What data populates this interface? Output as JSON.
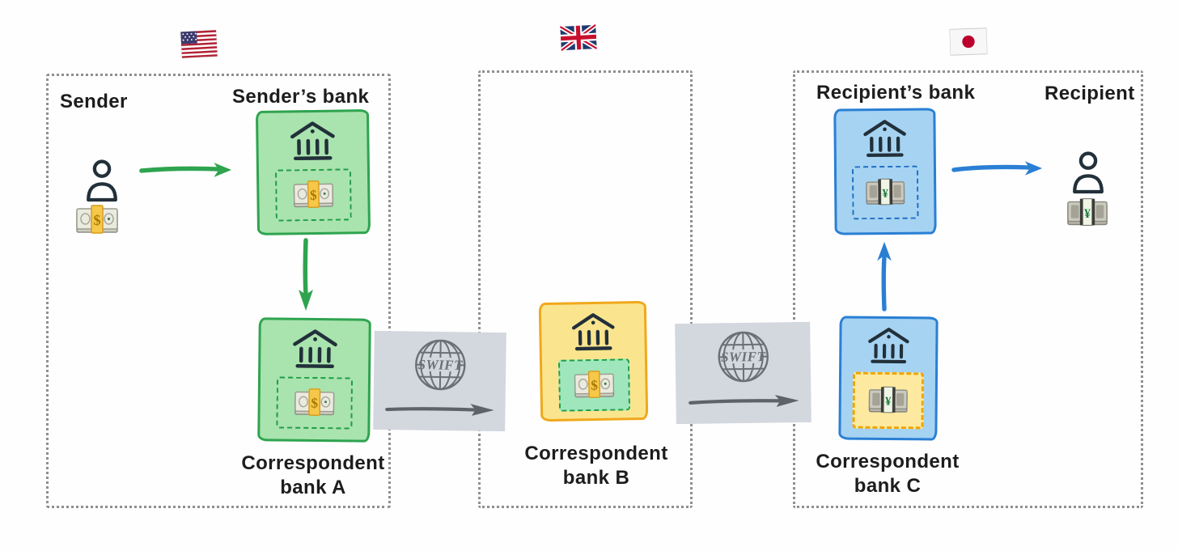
{
  "colors": {
    "ink": "#22303a",
    "text": "#1d1d1d",
    "region_border": "#8f8f8f",
    "green_border": "#2ea44f",
    "green_fill": "#a9e3ae",
    "green_dash": "#1f9c46",
    "yellow_border": "#f0a81c",
    "yellow_fill": "#fae58e",
    "inner_green_fill": "#9fe6bd",
    "blue_border": "#2a7fd4",
    "blue_fill": "#a6d3f2",
    "blue_dash": "#1f6fc4",
    "orange_dash": "#f0a500",
    "inner_yellow_fill": "#fdeaa0",
    "swift_bg": "#d3d7de",
    "swift_ink": "#6b6f76",
    "arrow_gray": "#5f6368"
  },
  "regions": [
    {
      "flag_icon": "us-flag-icon",
      "sender_label": "Sender",
      "senders_bank_label": "Sender’s bank",
      "correspondent_bank_label": "Correspondent bank A"
    },
    {
      "flag_icon": "uk-flag-icon",
      "correspondent_bank_label": "Correspondent bank B"
    },
    {
      "flag_icon": "japan-flag-icon",
      "recipients_bank_label": "Recipient’s bank",
      "recipient_label": "Recipient",
      "correspondent_bank_label": "Correspondent bank C"
    }
  ],
  "swift": {
    "label": "SWIFT"
  },
  "currency": {
    "usd_symbol": "$",
    "jpy_symbol": "¥"
  }
}
